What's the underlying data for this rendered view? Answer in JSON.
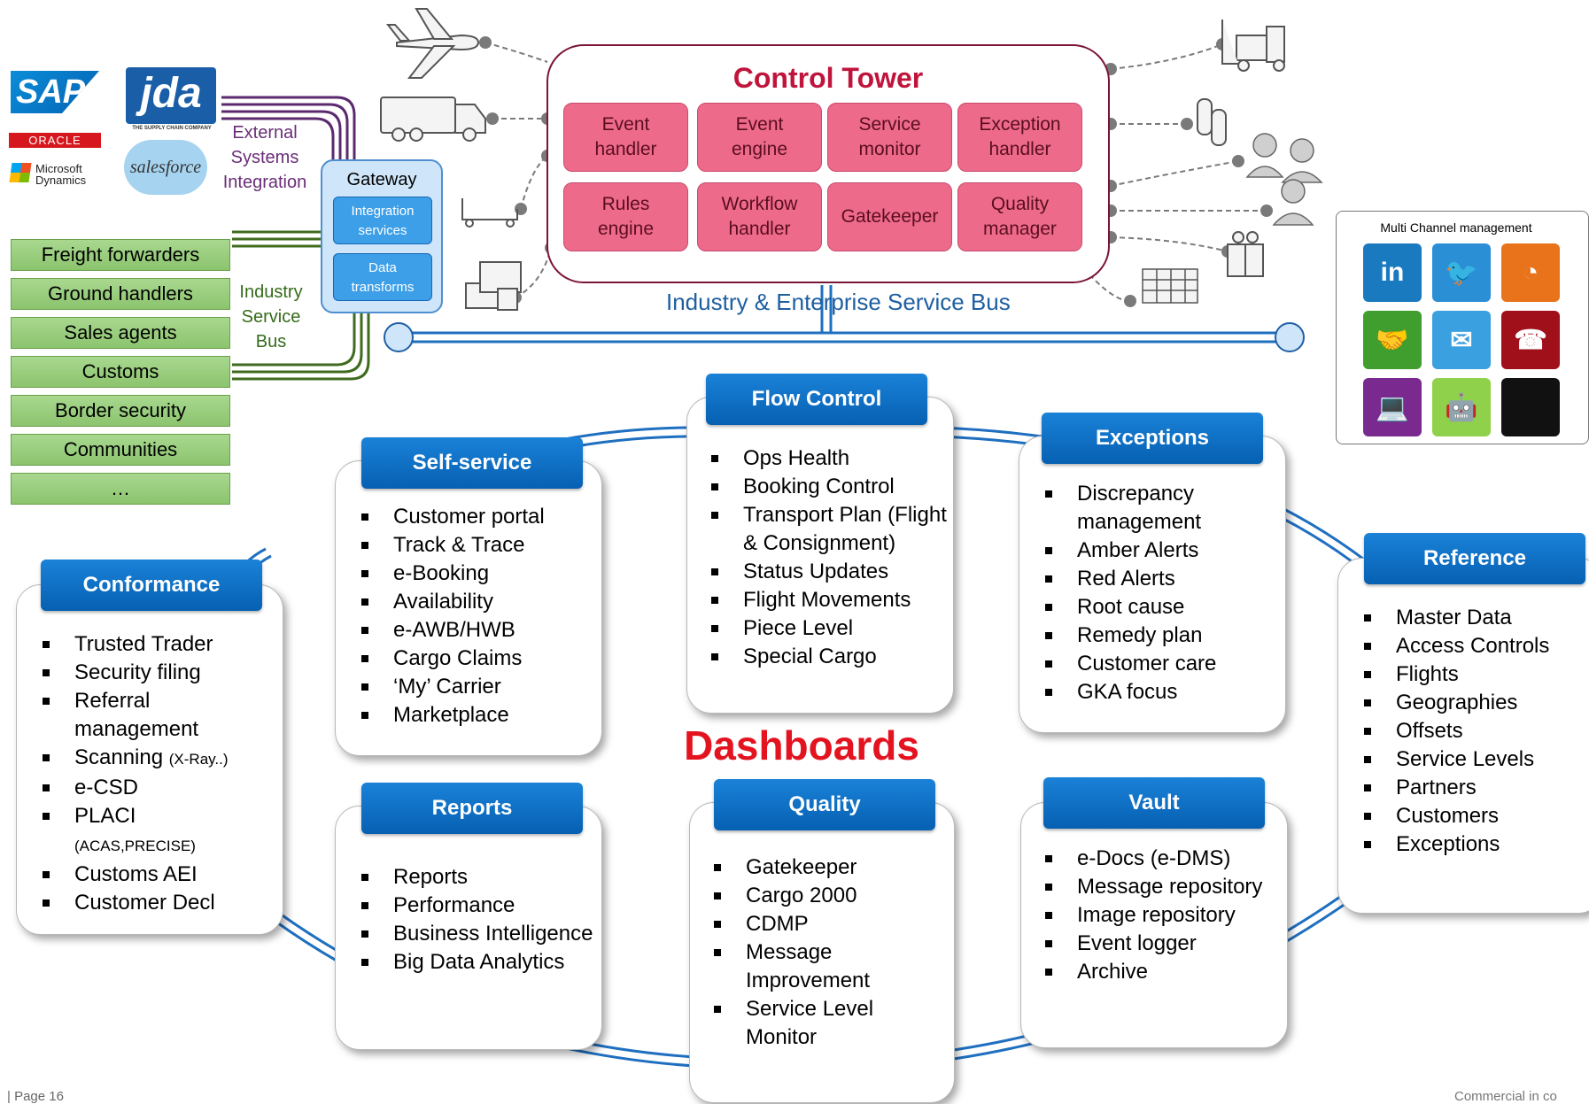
{
  "external_logos": {
    "sap": "SAP",
    "jda": "jda",
    "jda_tagline": "THE SUPPLY CHAIN COMPANY",
    "oracle": "ORACLE",
    "microsoft": "Microsoft",
    "dynamics": "Dynamics",
    "salesforce": "salesforce"
  },
  "external_label": [
    "External",
    "Systems",
    "Integration"
  ],
  "industry_label": [
    "Industry",
    "Service",
    "Bus"
  ],
  "partners": [
    "Freight forwarders",
    "Ground handlers",
    "Sales agents",
    "Customs",
    "Border security",
    "Communities",
    "…"
  ],
  "gateway": {
    "title": "Gateway",
    "integration": [
      "Integration",
      "services"
    ],
    "data": [
      "Data",
      "transforms"
    ]
  },
  "control_tower": {
    "title": "Control Tower",
    "tiles": [
      [
        "Event",
        "handler"
      ],
      [
        "Event",
        "engine"
      ],
      [
        "Service",
        "monitor"
      ],
      [
        "Exception",
        "handler"
      ],
      [
        "Rules",
        "engine"
      ],
      [
        "Workflow",
        "handler"
      ],
      [
        "Gatekeeper"
      ],
      [
        "Quality",
        "manager"
      ]
    ]
  },
  "bus_label": "Industry & Enterprise Service Bus",
  "dashboards_title": "Dashboards",
  "panels": {
    "flow_control": {
      "title": "Flow Control",
      "items": [
        "Ops Health",
        "Booking Control",
        "Transport Plan (Flight & Consignment)",
        "Status Updates",
        "Flight Movements",
        "Piece Level",
        "Special Cargo"
      ]
    },
    "self_service": {
      "title": "Self-service",
      "items": [
        "Customer portal",
        "Track & Trace",
        "e-Booking",
        "Availability",
        "e-AWB/HWB",
        "Cargo Claims",
        "‘My’ Carrier",
        "Marketplace"
      ]
    },
    "exceptions": {
      "title": "Exceptions",
      "items": [
        "Discrepancy management",
        "Amber Alerts",
        "Red Alerts",
        "Root cause",
        "Remedy plan",
        "Customer care",
        "GKA focus"
      ]
    },
    "conformance": {
      "title": "Conformance",
      "items": [
        "Trusted Trader",
        "Security filing",
        "Referral management",
        "Scanning",
        "e-CSD",
        "PLACI",
        "Customs AEI",
        "Customer Decl"
      ],
      "scanning_note": "(X-Ray..)",
      "placi_note": "(ACAS,PRECISE)"
    },
    "reference": {
      "title": "Reference",
      "items": [
        "Master Data",
        "Access Controls",
        "Flights",
        "Geographies",
        "Offsets",
        "Service Levels",
        "Partners",
        "Customers",
        "Exceptions"
      ]
    },
    "reports": {
      "title": "Reports",
      "items": [
        "Reports",
        "Performance",
        "Business Intelligence",
        "Big Data Analytics"
      ]
    },
    "quality": {
      "title": "Quality",
      "items": [
        "Gatekeeper",
        "Cargo 2000",
        "CDMP",
        "Message Improvement",
        "Service Level Monitor"
      ]
    },
    "vault": {
      "title": "Vault",
      "items": [
        "e-Docs (e-DMS)",
        "Message repository",
        "Image repository",
        "Event logger",
        "Archive"
      ]
    }
  },
  "multi_channel": {
    "title": "Multi Channel management",
    "icons": [
      {
        "name": "linkedin-icon",
        "glyph": "in",
        "color": "#1a7ac0"
      },
      {
        "name": "twitter-icon",
        "glyph": "🐦",
        "color": "#2b8fd6"
      },
      {
        "name": "rss-icon",
        "glyph": "◔",
        "color": "#e8731a"
      },
      {
        "name": "handshake-icon",
        "glyph": "🤝",
        "color": "#3f9e2e"
      },
      {
        "name": "email-icon",
        "glyph": "✉",
        "color": "#3aa0df"
      },
      {
        "name": "telephone-icon",
        "glyph": "☎",
        "color": "#a0101a"
      },
      {
        "name": "laptop-icon",
        "glyph": "💻",
        "color": "#7a2a8e"
      },
      {
        "name": "android-icon",
        "glyph": "🤖",
        "color": "#8fd14a"
      },
      {
        "name": "apple-icon",
        "glyph": "",
        "color": "#111111"
      }
    ]
  },
  "footer": {
    "page": "| Page 16",
    "confidential": "Commercial in co"
  }
}
